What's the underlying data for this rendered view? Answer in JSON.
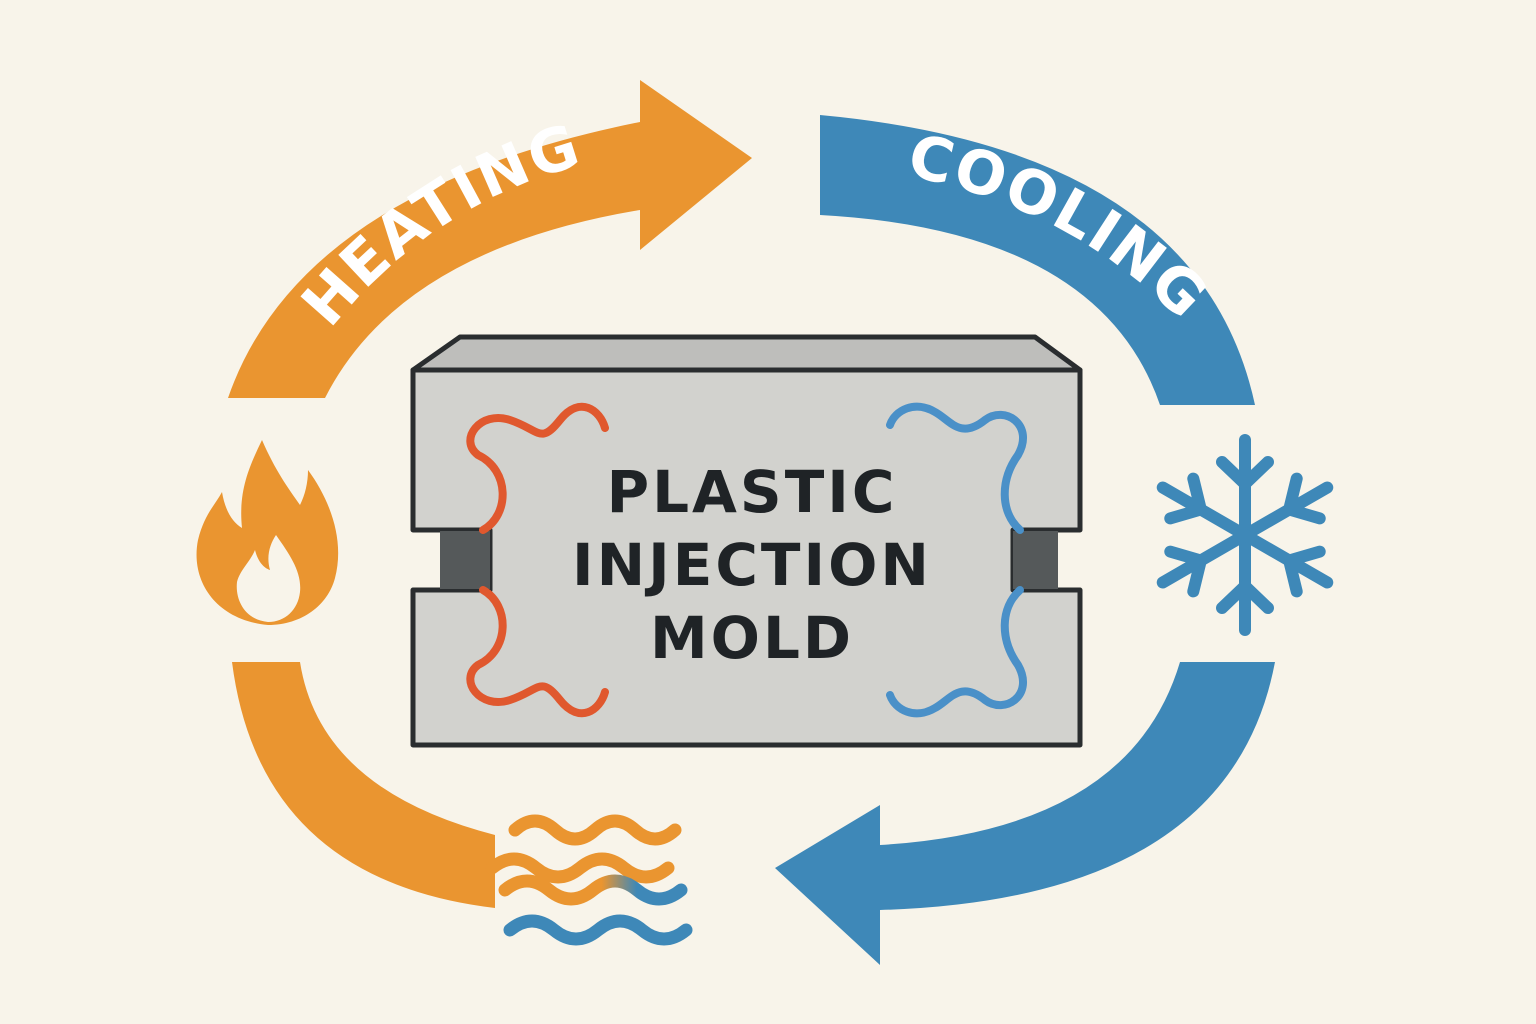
{
  "labels": {
    "heating": "HEATING",
    "cooling": "COOLING",
    "mold_line1": "PLASTIC",
    "mold_line2": "INJECTION",
    "mold_line3": "MOLD"
  },
  "colors": {
    "background": "#f8f4ea",
    "heating": "#ea9530",
    "cooling": "#3e88b8",
    "heat_channel": "#e0582e",
    "cool_channel": "#4a90c8",
    "mold_face": "#d2d2ce",
    "mold_top": "#bebebb",
    "mold_outline": "#2a2d2f",
    "mold_gap": "#55595a"
  },
  "icons": {
    "heating": "flame-icon",
    "cooling": "snowflake-icon",
    "transition": "heat-waves-icon"
  }
}
